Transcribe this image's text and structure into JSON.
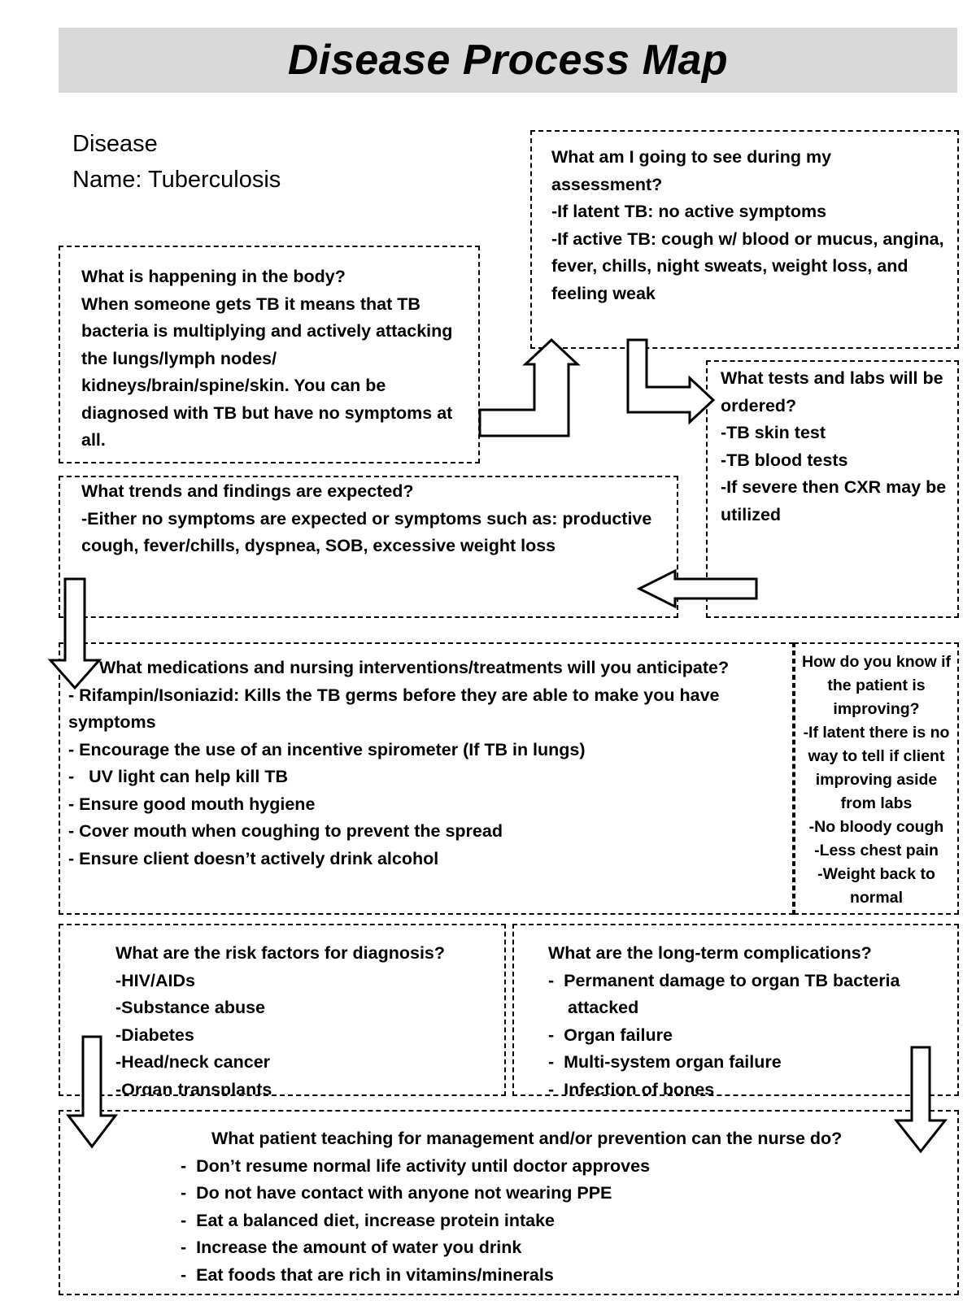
{
  "title": "Disease Process Map",
  "disease": {
    "label": "Disease",
    "name_line": "Name: Tuberculosis"
  },
  "body": {
    "heading": "What is happening in the body?",
    "text": "When someone gets TB it means that TB bacteria is multiplying and actively attacking the lungs/lymph nodes/ kidneys/brain/spine/skin. You can be diagnosed with TB but have no symptoms at all."
  },
  "assessment": {
    "heading": "What am I going to see during my assessment?",
    "items": [
      "-If latent TB: no active symptoms",
      "-If active TB: cough w/ blood or mucus, angina, fever, chills, night sweats, weight loss, and feeling weak"
    ]
  },
  "tests": {
    "heading": "What tests and labs will be ordered?",
    "items": [
      "-TB skin test",
      "-TB blood tests",
      "-If severe then CXR may be utilized"
    ]
  },
  "trends": {
    "heading": "What trends and findings are expected?",
    "text": "-Either no symptoms are expected or symptoms such as: productive cough, fever/chills, dyspnea, SOB, excessive weight loss"
  },
  "medications": {
    "heading": "What medications and nursing interventions/treatments will you anticipate?",
    "items": [
      "Rifampin/Isoniazid: Kills the TB germs before they are able to make you have symptoms",
      "Encourage the use of an incentive spirometer (If TB in lungs)",
      "  UV light can help kill TB",
      "Ensure good mouth hygiene",
      "Cover mouth when coughing to prevent the spread",
      "Ensure client doesn’t actively drink alcohol"
    ]
  },
  "improving": {
    "heading": "How do you know if the patient is improving?",
    "items": [
      "-If latent there is no way to tell if client improving aside from labs",
      "-No bloody cough",
      "-Less chest pain",
      "-Weight back to normal"
    ]
  },
  "risk_factors": {
    "heading": "What are the risk factors for diagnosis?",
    "items": [
      "-HIV/AIDs",
      "-Substance abuse",
      "-Diabetes",
      "-Head/neck cancer",
      "-Organ transplants"
    ]
  },
  "complications": {
    "heading": "What are the long-term complications?",
    "items": [
      "Permanent damage to organ TB bacteria attacked",
      "Organ failure",
      "Multi-system organ failure",
      "Infection of bones"
    ]
  },
  "teaching": {
    "heading": "What patient teaching for management and/or prevention can the nurse do?",
    "items": [
      "Don’t resume normal life activity until doctor approves",
      "Do not have contact with anyone not wearing PPE",
      "Eat a balanced diet, increase protein intake",
      "Increase the amount of water you drink",
      "Eat foods that are rich in vitamins/minerals"
    ]
  }
}
